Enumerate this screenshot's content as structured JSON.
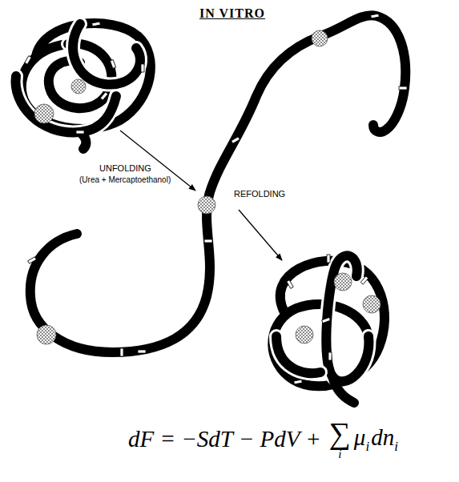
{
  "diagram": {
    "title": "IN VITRO",
    "labels": [
      "UNFOLDING",
      "(Urea + Mercaptoethanol)",
      "REFOLDING",
      "dF = −SdT − PdV +",
      "∑",
      "i",
      "μ",
      "i",
      "dn",
      "i"
    ]
  }
}
